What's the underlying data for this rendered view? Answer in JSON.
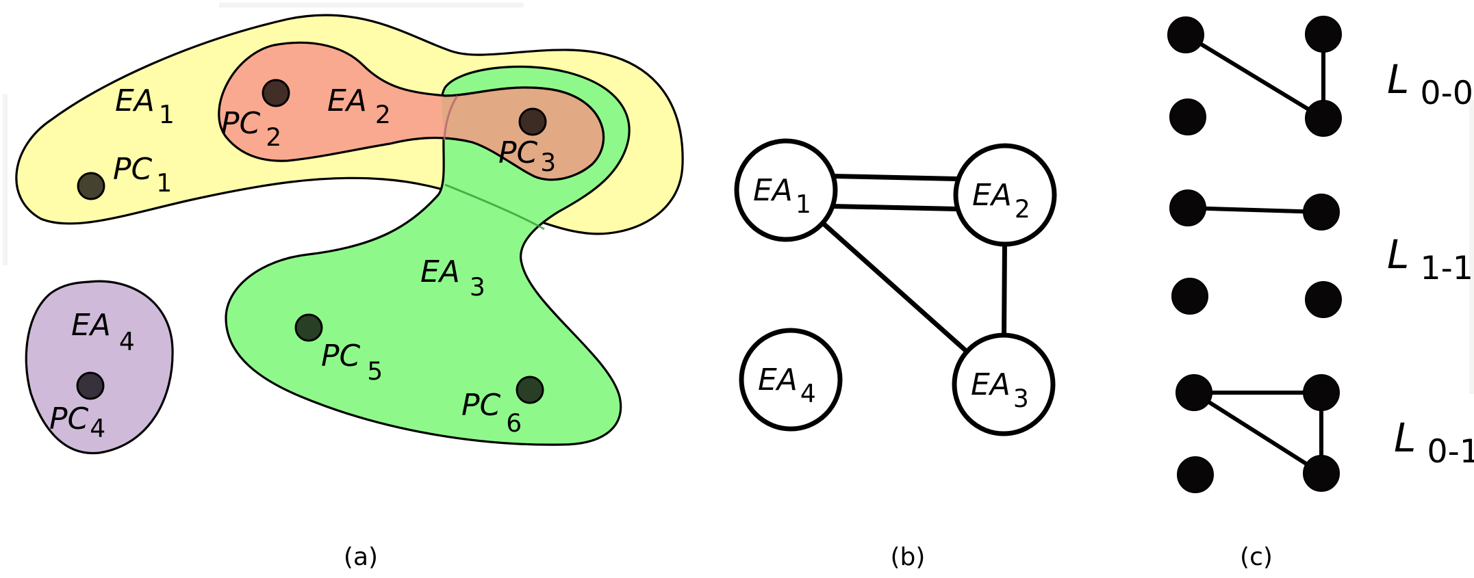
{
  "panels": {
    "a": {
      "caption": "(a)",
      "regions": [
        {
          "id": "EA1",
          "name": "EA",
          "sub": "1",
          "color": "#fffdaa"
        },
        {
          "id": "EA2",
          "name": "EA",
          "sub": "2",
          "color": "#f9a98f"
        },
        {
          "id": "EA3",
          "name": "EA",
          "sub": "3",
          "color": "#8ef98a"
        },
        {
          "id": "EA4",
          "name": "EA",
          "sub": "4",
          "color": "#cfbbd9"
        }
      ],
      "points": [
        {
          "id": "PC1",
          "name": "PC",
          "sub": "1",
          "color": "#45432f"
        },
        {
          "id": "PC2",
          "name": "PC",
          "sub": "2",
          "color": "#432e27"
        },
        {
          "id": "PC3",
          "name": "PC",
          "sub": "3",
          "color": "#3d2c23"
        },
        {
          "id": "PC4",
          "name": "PC",
          "sub": "4",
          "color": "#36313a"
        },
        {
          "id": "PC5",
          "name": "PC",
          "sub": "5",
          "color": "#283f25"
        },
        {
          "id": "PC6",
          "name": "PC",
          "sub": "6",
          "color": "#283f25"
        }
      ]
    },
    "b": {
      "caption": "(b)",
      "nodes": [
        {
          "id": "EA1",
          "name": "EA",
          "sub": "1"
        },
        {
          "id": "EA2",
          "name": "EA",
          "sub": "2"
        },
        {
          "id": "EA3",
          "name": "EA",
          "sub": "3"
        },
        {
          "id": "EA4",
          "name": "EA",
          "sub": "4"
        }
      ],
      "edges": [
        {
          "from": "EA1",
          "to": "EA2",
          "multiplicity": 2
        },
        {
          "from": "EA1",
          "to": "EA3",
          "multiplicity": 1
        },
        {
          "from": "EA2",
          "to": "EA3",
          "multiplicity": 1
        }
      ]
    },
    "c": {
      "caption": "(c)",
      "layers": [
        {
          "name": "L",
          "sub": "0-0",
          "edges": [
            [
              "tl",
              "br"
            ],
            [
              "tr",
              "br"
            ]
          ]
        },
        {
          "name": "L",
          "sub": "1-1",
          "edges": [
            [
              "tl",
              "tr"
            ]
          ]
        },
        {
          "name": "L",
          "sub": "0-1",
          "edges": [
            [
              "tl",
              "tr"
            ],
            [
              "tl",
              "br"
            ],
            [
              "tr",
              "br"
            ]
          ]
        }
      ]
    }
  }
}
